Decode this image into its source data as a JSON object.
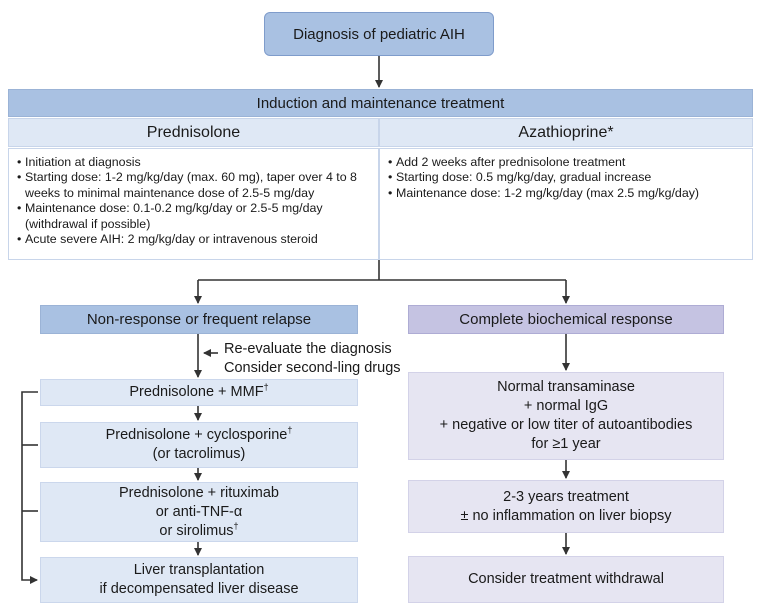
{
  "diagnosis": "Diagnosis of pediatric AIH",
  "induction_header": "Induction and maintenance treatment",
  "prednisolone": {
    "title": "Prednisolone",
    "bullets": [
      "Initiation at diagnosis",
      "Starting dose: 1-2 mg/kg/day (max. 60 mg), taper over 4 to 8 weeks to minimal maintenance dose of 2.5-5 mg/day",
      "Maintenance dose: 0.1-0.2 mg/kg/day or 2.5-5 mg/day (withdrawal if possible)",
      "Acute severe AIH: 2 mg/kg/day or intravenous steroid"
    ]
  },
  "azathioprine": {
    "title": "Azathioprine*",
    "bullets": [
      "Add 2 weeks after prednisolone treatment",
      "Starting dose: 0.5 mg/kg/day, gradual increase",
      "Maintenance dose: 1-2 mg/kg/day (max 2.5 mg/kg/day)"
    ]
  },
  "left_branch": {
    "header": "Non-response or frequent relapse",
    "note_line1": "Re-evaluate the diagnosis",
    "note_line2": "Consider second-ling drugs",
    "step1": "Prednisolone + MMF",
    "step1_mark": "†",
    "step2_line1": "Prednisolone + cyclosporine",
    "step2_mark": "†",
    "step2_line2": "(or tacrolimus)",
    "step3_line1": "Prednisolone + rituximab",
    "step3_line2": "or anti-TNF-α",
    "step3_line3": "or sirolimus",
    "step3_mark": "†",
    "step4_line1": "Liver transplantation",
    "step4_line2": "if decompensated liver disease"
  },
  "right_branch": {
    "header": "Complete biochemical response",
    "step1_line1": "Normal transaminase",
    "step1_line2": "+ normal IgG",
    "step1_line3": "+ negative or low titer of autoantibodies",
    "step1_line4": "for ≥1 year",
    "step2_line1": "2-3 years treatment",
    "step2_line2": "± no inflammation on liver biopsy",
    "step3": "Consider treatment withdrawal"
  }
}
